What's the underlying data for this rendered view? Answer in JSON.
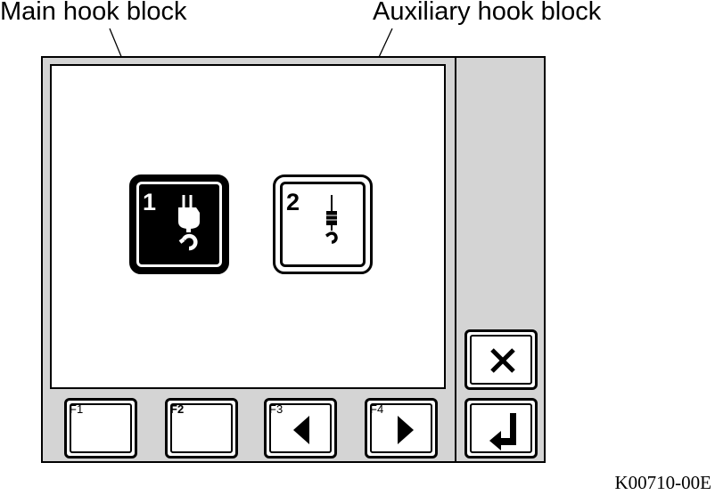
{
  "callouts": {
    "main": "Main hook block",
    "auxiliary": "Auxiliary hook block"
  },
  "hook_buttons": [
    {
      "number": "1",
      "icon": "main-hook-icon",
      "style": "selected"
    },
    {
      "number": "2",
      "icon": "auxiliary-hook-icon",
      "style": "unselected"
    }
  ],
  "function_keys": {
    "f1": "F1",
    "f2": "F2",
    "f3": "F3",
    "f4": "F4"
  },
  "side_keys": {
    "cancel_icon": "close-icon",
    "enter_icon": "enter-return-icon"
  },
  "figure_code": "K00710-00E",
  "colors": {
    "panel": "#d4d4d4",
    "screen": "#ffffff",
    "ink": "#000000"
  }
}
